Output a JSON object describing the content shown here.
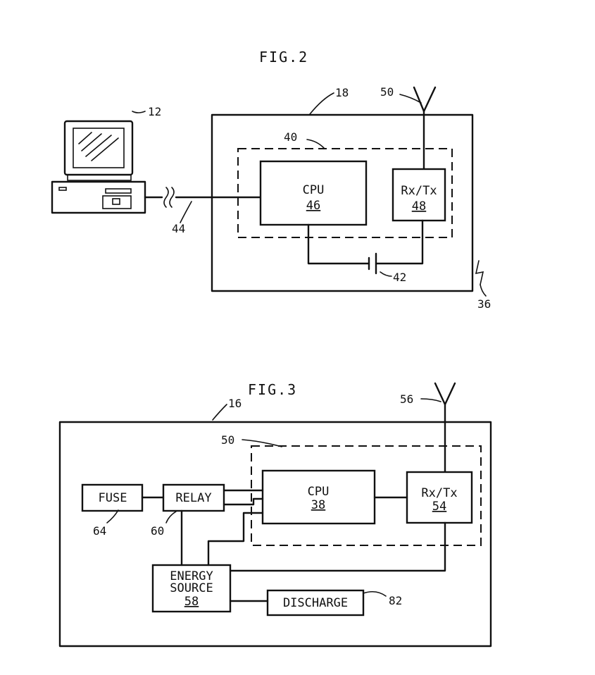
{
  "fig2": {
    "title": "FIG.2",
    "computer_ref": "12",
    "device_ref": "18",
    "antenna_ref": "50",
    "dashed_group_ref": "40",
    "cable_ref": "44",
    "cpu_label": "CPU",
    "cpu_ref": "46",
    "rxtx_label": "Rx/Tx",
    "rxtx_ref": "48",
    "battery_ref": "42",
    "signal_ref": "36"
  },
  "fig3": {
    "title": "FIG.3",
    "device_ref": "16",
    "antenna_ref": "56",
    "dashed_group_ref": "50",
    "fuse_label": "FUSE",
    "fuse_ref": "64",
    "relay_label": "RELAY",
    "relay_ref": "60",
    "cpu_label": "CPU",
    "cpu_ref": "38",
    "rxtx_label": "Rx/Tx",
    "rxtx_ref": "54",
    "energy_label_1": "ENERGY",
    "energy_label_2": "SOURCE",
    "energy_ref": "58",
    "discharge_label": "DISCHARGE",
    "discharge_ref": "82"
  }
}
